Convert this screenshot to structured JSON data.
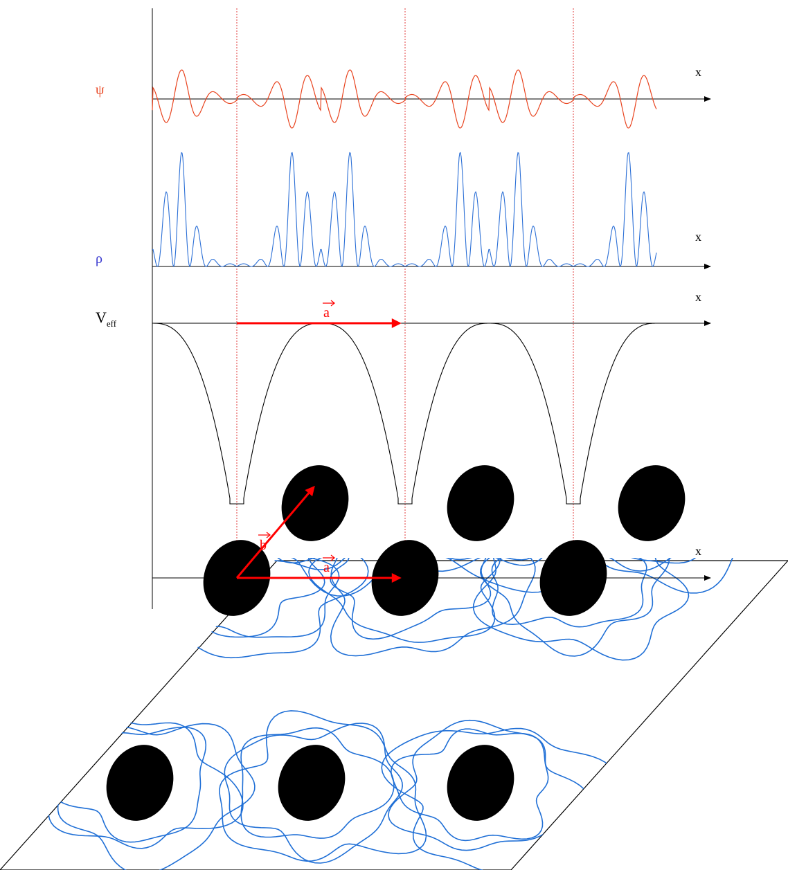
{
  "labels": {
    "psi": "ψ",
    "rho": "ρ",
    "veff_main": "V",
    "veff_sub": "eff",
    "x_psi": "x",
    "x_rho": "x",
    "x_veff": "x",
    "x_lattice": "x",
    "vec_a_top": "a",
    "vec_a_lattice": "a",
    "vec_b_lattice": "b"
  },
  "colors": {
    "psi": "#e8431e",
    "rho": "#2b6fd6",
    "veff": "#000000",
    "vector": "#ff0000",
    "guide": "#e23b3b",
    "atom": "#000000",
    "orbit": "#1f6fd6"
  },
  "lattice": {
    "atom_count": 9,
    "rows": 3,
    "cols": 3
  }
}
